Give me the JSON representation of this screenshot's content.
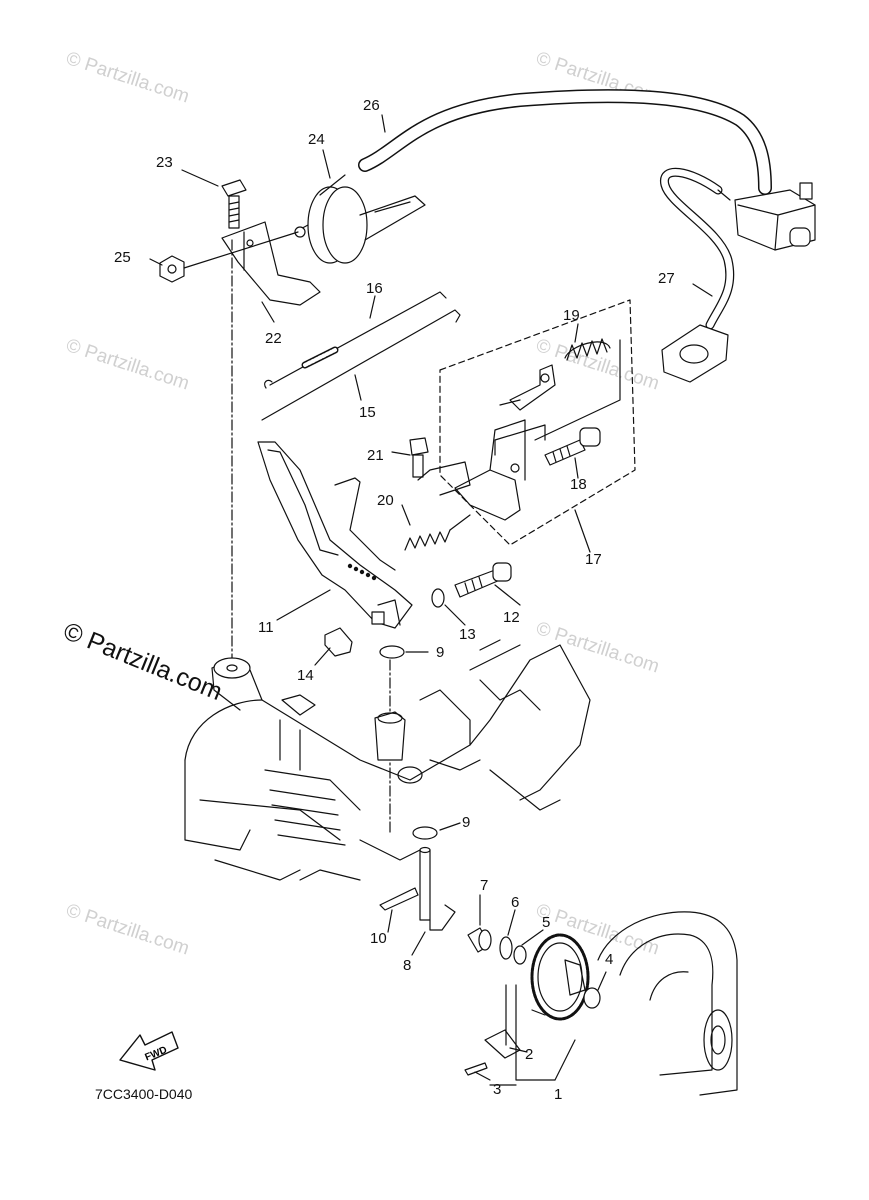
{
  "watermark": {
    "small_text": "© Partzilla.com",
    "large_text": "© Partzilla.com"
  },
  "diagram_code": "7CC3400-D040",
  "fwd_label": "FWD",
  "callouts": {
    "c1": "1",
    "c2": "2",
    "c3": "3",
    "c4": "4",
    "c5": "5",
    "c6": "6",
    "c7": "7",
    "c8": "8",
    "c9a": "9",
    "c9b": "9",
    "c10": "10",
    "c11": "11",
    "c12": "12",
    "c13": "13",
    "c14": "14",
    "c15": "15",
    "c16": "16",
    "c17": "17",
    "c18": "18",
    "c19": "19",
    "c20": "20",
    "c21": "21",
    "c22": "22",
    "c23": "23",
    "c24": "24",
    "c25": "25",
    "c26": "26",
    "c27": "27"
  },
  "colors": {
    "line": "#111111",
    "watermark": "#d0d0d0"
  }
}
